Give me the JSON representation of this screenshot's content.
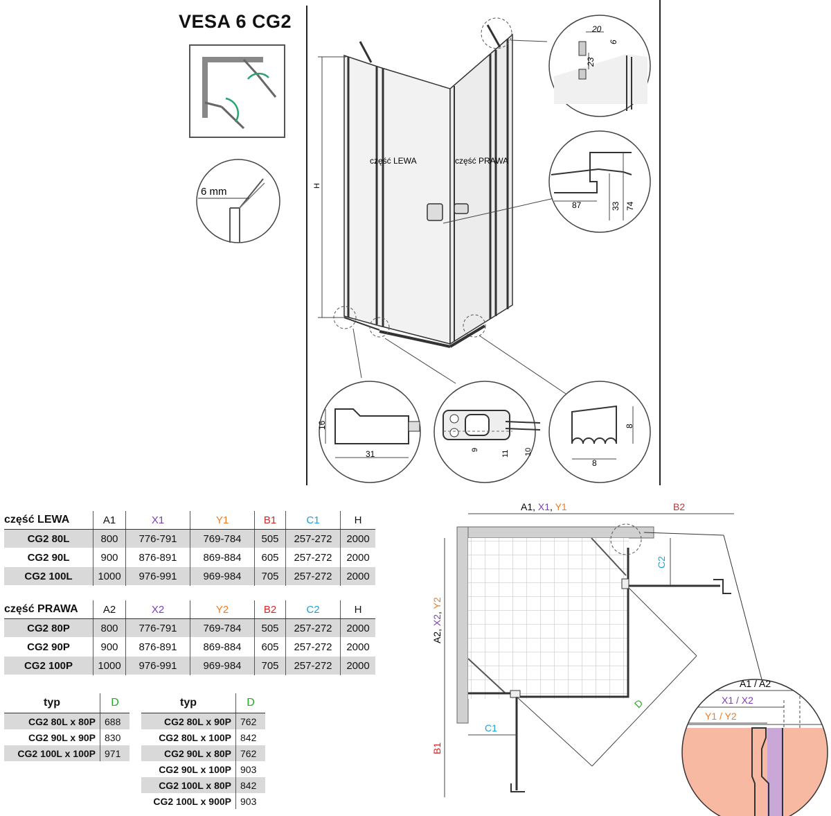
{
  "title": "VESA 6 CG2",
  "colors": {
    "x": "#7a3fb5",
    "y": "#f07a1c",
    "b": "#d62828",
    "c": "#1aa3d9",
    "d": "#22aa22"
  },
  "diagram": {
    "glass_thickness": "6 mm",
    "left_label": "część LEWA",
    "right_label": "część PRAWA",
    "height_label": "H",
    "dims": {
      "d20": "20",
      "d6": "6",
      "d23": "23",
      "d87": "87",
      "d33": "33",
      "d74": "74",
      "d16": "16",
      "d31": "31",
      "d9": "9",
      "d11": "11",
      "d10": "10",
      "d8a": "8",
      "d8b": "8"
    }
  },
  "plan": {
    "top_label": "A1, X1, Y1",
    "top_label_parts": [
      "A1, ",
      "X1",
      ", ",
      "Y1"
    ],
    "b2": "B2",
    "left_label_parts": [
      "A2, ",
      "X2",
      ", ",
      "Y2"
    ],
    "c2": "C2",
    "c1": "C1",
    "b1": "B1",
    "d": "D",
    "zoom": {
      "a": "A1 / A2",
      "x": "X1 / X2",
      "y": "Y1 / Y2"
    }
  },
  "table_left": {
    "headers": [
      "część LEWA",
      "A1",
      "X1",
      "Y1",
      "B1",
      "C1",
      "H"
    ],
    "rows": [
      [
        "CG2 80L",
        "800",
        "776-791",
        "769-784",
        "505",
        "257-272",
        "2000"
      ],
      [
        "CG2 90L",
        "900",
        "876-891",
        "869-884",
        "605",
        "257-272",
        "2000"
      ],
      [
        "CG2 100L",
        "1000",
        "976-991",
        "969-984",
        "705",
        "257-272",
        "2000"
      ]
    ]
  },
  "table_right": {
    "headers": [
      "część PRAWA",
      "A2",
      "X2",
      "Y2",
      "B2",
      "C2",
      "H"
    ],
    "rows": [
      [
        "CG2 80P",
        "800",
        "776-791",
        "769-784",
        "505",
        "257-272",
        "2000"
      ],
      [
        "CG2 90P",
        "900",
        "876-891",
        "869-884",
        "605",
        "257-272",
        "2000"
      ],
      [
        "CG2 100P",
        "1000",
        "976-991",
        "969-984",
        "705",
        "257-272",
        "2000"
      ]
    ]
  },
  "table_d1": {
    "headers": [
      "typ",
      "D"
    ],
    "rows": [
      [
        "CG2 80L x 80P",
        "688"
      ],
      [
        "CG2 90L x 90P",
        "830"
      ],
      [
        "CG2 100L x 100P",
        "971"
      ]
    ]
  },
  "table_d2": {
    "headers": [
      "typ",
      "D"
    ],
    "rows": [
      [
        "CG2 80L x 90P",
        "762"
      ],
      [
        "CG2 80L x 100P",
        "842"
      ],
      [
        "CG2 90L x 80P",
        "762"
      ],
      [
        "CG2 90L x 100P",
        "903"
      ],
      [
        "CG2 100L x 80P",
        "842"
      ],
      [
        "CG2 100L x 900P",
        "903"
      ]
    ]
  }
}
